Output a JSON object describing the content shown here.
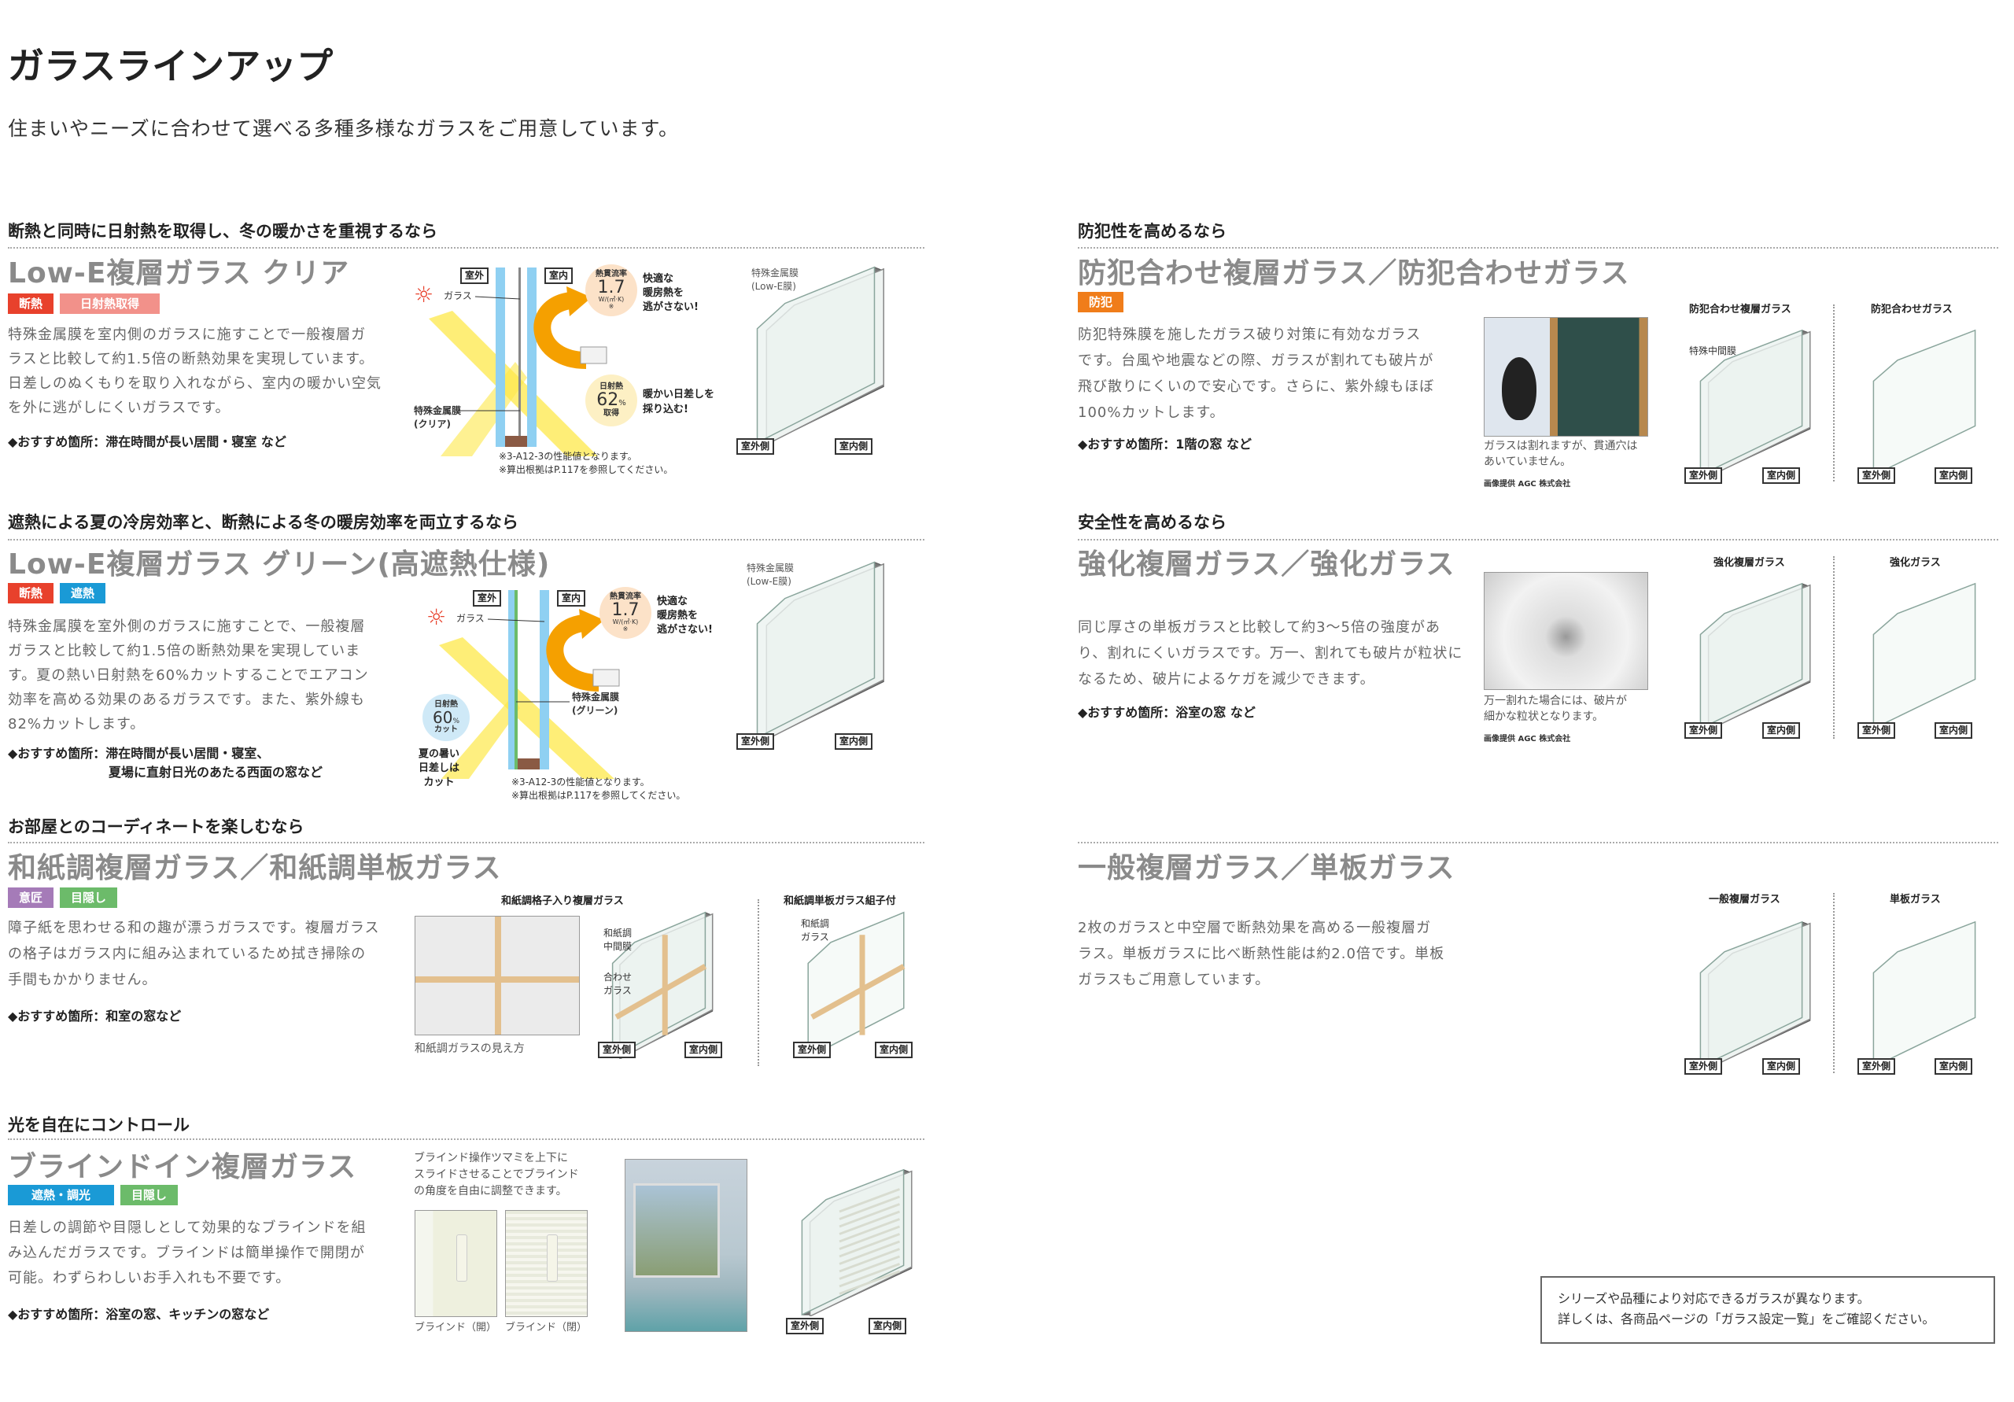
{
  "page": {
    "title": "ガラスラインアップ",
    "subtitle": "住まいやニーズに合わせて選べる多種多様なガラスをご用意しています。"
  },
  "colors": {
    "red": "#e8412c",
    "pink": "#f2918a",
    "blue": "#1a9ad6",
    "orange": "#f07d1a",
    "purple": "#a57bb8",
    "green": "#6cbb6a",
    "yellow": "#fde84a",
    "arrow": "#f5a000"
  },
  "labels": {
    "outdoor": "室外側",
    "indoor": "室内側",
    "outside": "室外",
    "inside": "室内",
    "glass": "ガラス"
  },
  "lowe_clear": {
    "heading": "断熱と同時に日射熱を取得し、冬の暖かさを重視するなら",
    "title": "Low-E複層ガラス クリア",
    "tags": [
      "断熱",
      "日射熱取得"
    ],
    "desc": [
      "特殊金属膜を室内側のガラスに施すことで一般複層ガ",
      "ラスと比較して約1.5倍の断熱効果を実現しています。",
      "日差しのぬくもりを取り入れながら、室内の暖かい空気",
      "を外に逃がしにくいガラスです。"
    ],
    "recommend": [
      "◆おすすめ箇所：滞在時間が長い居間・寝室 など"
    ],
    "diagram": {
      "u_label": "熱貫流率",
      "u_value": "1.7",
      "u_unit": "W/(㎡·K)",
      "u_mark": "※",
      "u_text": [
        "快適な",
        "暖房熱を",
        "逃がさない!"
      ],
      "solar_label": "日射熱",
      "solar_value": "62",
      "solar_unit": "%",
      "solar_word": "取得",
      "solar_text": [
        "暖かい日差しを",
        "採り込む!"
      ],
      "film": [
        "特殊金属膜",
        "(クリア)"
      ],
      "notes": [
        "※3-A12-3の性能値となります。",
        "※算出根拠はP.117を参照してください。"
      ]
    },
    "pane_label": [
      "特殊金属膜",
      "(Low-E膜)"
    ]
  },
  "lowe_green": {
    "heading": "遮熱による夏の冷房効率と、断熱による冬の暖房効率を両立するなら",
    "title": "Low-E複層ガラス グリーン(高遮熱仕様)",
    "tags": [
      "断熱",
      "遮熱"
    ],
    "desc": [
      "特殊金属膜を室外側のガラスに施すことで、一般複層",
      "ガラスと比較して約1.5倍の断熱効果を実現していま",
      "す。夏の熱い日射熱を60%カットすることでエアコン",
      "効率を高める効果のあるガラスです。また、紫外線も",
      "82%カットします。"
    ],
    "recommend": [
      "◆おすすめ箇所：滞在時間が長い居間・寝室、",
      "　　　　　　　　夏場に直射日光のあたる西面の窓など"
    ],
    "diagram": {
      "u_label": "熱貫流率",
      "u_value": "1.7",
      "u_unit": "W/(㎡·K)",
      "u_mark": "※",
      "u_text": [
        "快適な",
        "暖房熱を",
        "逃がさない!"
      ],
      "solar_label": "日射熱",
      "solar_value": "60",
      "solar_unit": "%",
      "solar_word": "カット",
      "solar_text": [
        "夏の暑い",
        "日差しは",
        "カット"
      ],
      "film": [
        "特殊金属膜",
        "(グリーン)"
      ],
      "notes": [
        "※3-A12-3の性能値となります。",
        "※算出根拠はP.117を参照してください。"
      ]
    },
    "pane_label": [
      "特殊金属膜",
      "(Low-E膜)"
    ]
  },
  "washi": {
    "heading": "お部屋とのコーディネートを楽しむなら",
    "title": "和紙調複層ガラス／和紙調単板ガラス",
    "tags": [
      "意匠",
      "目隠し"
    ],
    "desc": [
      "障子紙を思わせる和の趣が漂うガラスです。複層ガラス",
      "の格子はガラス内に組み込まれているため拭き掃除の",
      "手間もかかりません。"
    ],
    "recommend": [
      "◆おすすめ箇所：和室の窓など"
    ],
    "caption": "和紙調ガラスの見え方",
    "double_label": "和紙調格子入り複層ガラス",
    "double_parts": [
      [
        "和紙調",
        "中間膜"
      ],
      [
        "合わせ",
        "ガラス"
      ]
    ],
    "single_label": "和紙調単板ガラス組子付",
    "single_part": [
      "和紙調",
      "ガラス"
    ]
  },
  "blind": {
    "heading": "光を自在にコントロール",
    "title": "ブラインドイン複層ガラス",
    "tags": [
      "遮熱・調光",
      "目隠し"
    ],
    "desc": [
      "日差しの調節や目隠しとして効果的なブラインドを組",
      "み込んだガラスです。ブラインドは簡単操作で開閉が",
      "可能。わずらわしいお手入れも不要です。"
    ],
    "recommend": [
      "◆おすすめ箇所：浴室の窓、キッチンの窓など"
    ],
    "note": [
      "ブラインド操作ツマミを上下に",
      "スライドさせることでブラインド",
      "の角度を自由に調整できます。"
    ],
    "open": "ブラインド（開）",
    "closed": "ブラインド（閉）"
  },
  "security": {
    "heading": "防犯性を高めるなら",
    "title": "防犯合わせ複層ガラス／防犯合わせガラス",
    "tags": [
      "防犯"
    ],
    "desc": [
      "防犯特殊膜を施したガラス破り対策に有効なガラス",
      "です。台風や地震などの際、ガラスが割れても破片が",
      "飛び散りにくいので安心です。さらに、紫外線もほぼ",
      "100%カットします。"
    ],
    "recommend": [
      "◆おすすめ箇所：1階の窓 など"
    ],
    "caption": [
      "ガラスは割れますが、貫通穴は",
      "あいていません。"
    ],
    "credit": "画像提供 AGC 株式会社",
    "double_label": "防犯合わせ複層ガラス",
    "film": "特殊中間膜",
    "single_label": "防犯合わせガラス"
  },
  "tempered": {
    "heading": "安全性を高めるなら",
    "title": "強化複層ガラス／強化ガラス",
    "desc": [
      "同じ厚さの単板ガラスと比較して約3〜5倍の強度があ",
      "り、割れにくいガラスです。万一、割れても破片が粒状に",
      "なるため、破片によるケガを減少できます。"
    ],
    "recommend": [
      "◆おすすめ箇所：浴室の窓 など"
    ],
    "caption": [
      "万一割れた場合には、破片が",
      "細かな粒状となります。"
    ],
    "credit": "画像提供 AGC 株式会社",
    "double_label": "強化複層ガラス",
    "single_label": "強化ガラス"
  },
  "general": {
    "title": "一般複層ガラス／単板ガラス",
    "desc": [
      "2枚のガラスと中空層で断熱効果を高める一般複層ガ",
      "ラス。単板ガラスに比べ断熱性能は約2.0倍です。単板",
      "ガラスもご用意しています。"
    ],
    "double_label": "一般複層ガラス",
    "single_label": "単板ガラス"
  },
  "notice": [
    "シリーズや品種により対応できるガラスが異なります。",
    "詳しくは、各商品ページの「ガラス設定一覧」をご確認ください。"
  ]
}
